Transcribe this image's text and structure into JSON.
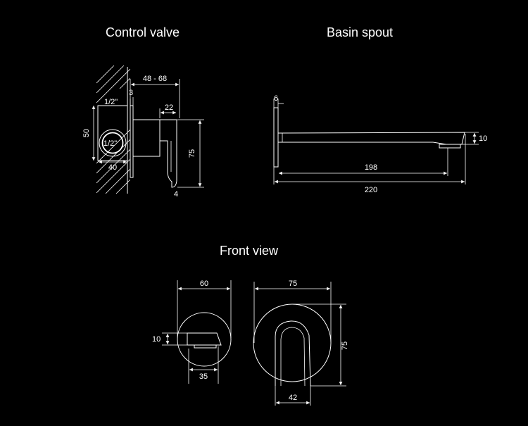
{
  "titles": {
    "control_valve": "Control valve",
    "basin_spout": "Basin spout",
    "front_view": "Front view"
  },
  "control_valve": {
    "dim_depth": "48 - 68",
    "dim_top_small": "3",
    "dim_thread_top": "1/2\"",
    "dim_thread_center": "1/2\"",
    "dim_body": "22",
    "dim_height_left": "50",
    "dim_width_bottom": "40",
    "dim_height_right": "75",
    "dim_bottom_small": "4"
  },
  "basin_spout": {
    "dim_plate": "6",
    "dim_outlet": "10",
    "dim_reach": "198",
    "dim_length": "220"
  },
  "front_view": {
    "spout_dia": "60",
    "spout_outlet_height": "10",
    "spout_outlet_width": "35",
    "valve_dia": "75",
    "valve_height": "75",
    "handle_width": "42"
  },
  "colors": {
    "background": "#000000",
    "line": "#ffffff"
  }
}
